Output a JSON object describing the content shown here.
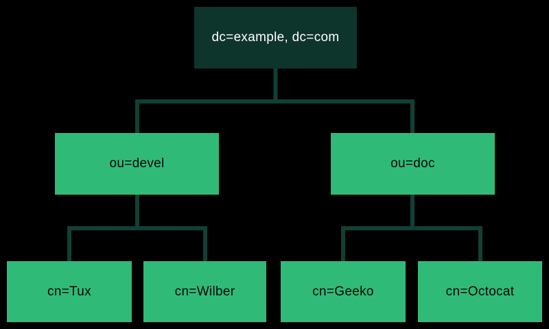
{
  "theme": {
    "bg": "#000000",
    "pine": "#0d352c",
    "green": "#30ba78",
    "line": "#123f34",
    "text-light": "#ffffff",
    "text-dark": "#060606"
  },
  "diagram": {
    "type": "tree",
    "nodes": {
      "root": {
        "label": "dc=example, dc=com",
        "level": 0
      },
      "devel": {
        "label": "ou=devel",
        "level": 1
      },
      "doc": {
        "label": "ou=doc",
        "level": 1
      },
      "tux": {
        "label": "cn=Tux",
        "level": 2
      },
      "wilber": {
        "label": "cn=Wilber",
        "level": 2
      },
      "geeko": {
        "label": "cn=Geeko",
        "level": 2
      },
      "octocat": {
        "label": "cn=Octocat",
        "level": 2
      }
    },
    "edges": [
      [
        "root",
        "devel"
      ],
      [
        "root",
        "doc"
      ],
      [
        "devel",
        "tux"
      ],
      [
        "devel",
        "wilber"
      ],
      [
        "doc",
        "geeko"
      ],
      [
        "doc",
        "octocat"
      ]
    ]
  }
}
